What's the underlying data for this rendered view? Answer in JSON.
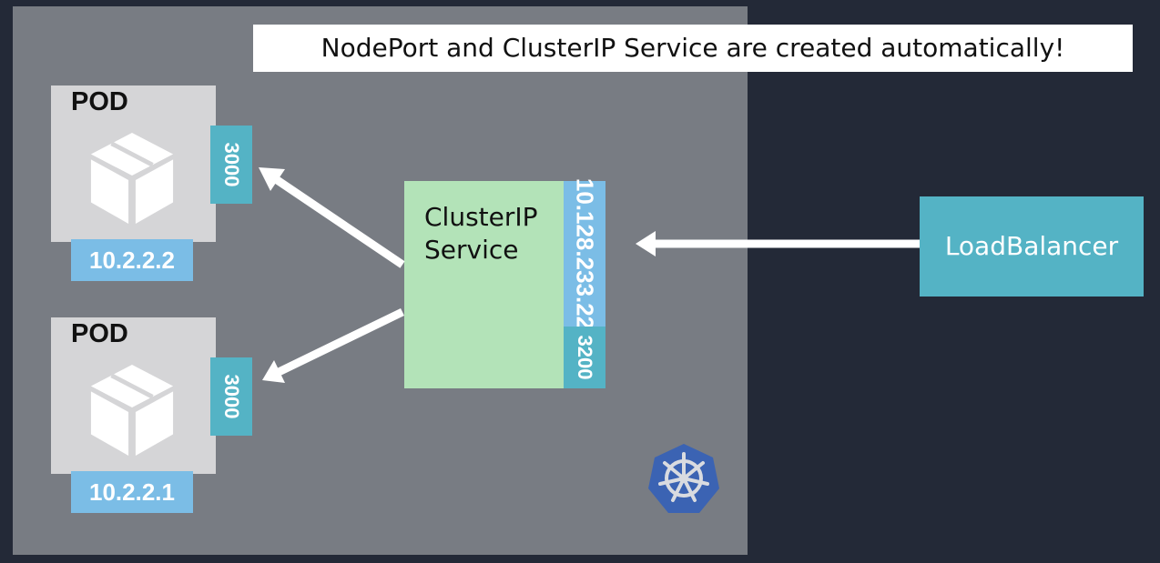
{
  "banner": {
    "text": "NodePort and ClusterIP Service are created automatically!"
  },
  "pods": [
    {
      "title": "POD",
      "port": "3000",
      "ip": "10.2.2.2"
    },
    {
      "title": "POD",
      "port": "3000",
      "ip": "10.2.2.1"
    }
  ],
  "service": {
    "line1": "ClusterIP",
    "line2": "Service",
    "ip": "10.128.233.22",
    "port": "3200"
  },
  "load_balancer": {
    "label": "LoadBalancer"
  },
  "icons": {
    "pod": "box-icon",
    "cluster": "kubernetes-helm-icon"
  },
  "colors": {
    "background": "#232937",
    "cluster": "#787c83",
    "pod": "#d5d5d7",
    "port": "#54b3c5",
    "ip": "#7bbde6",
    "service": "#b3e3b8",
    "load_balancer": "#54b3c5"
  }
}
